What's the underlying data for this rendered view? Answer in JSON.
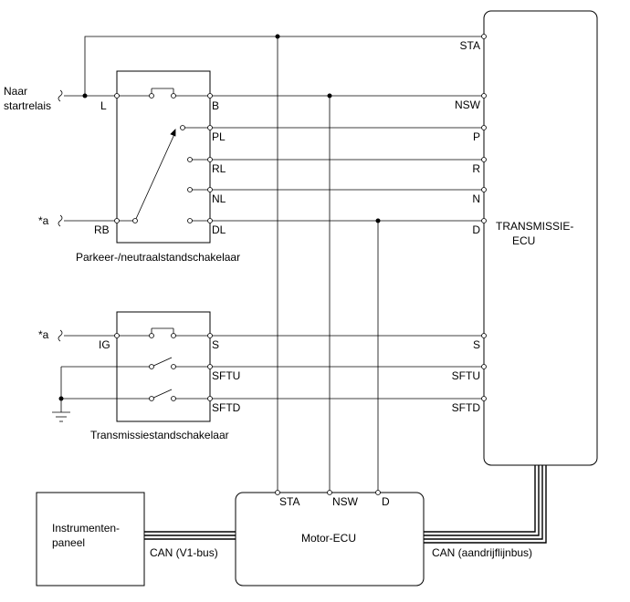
{
  "left_labels": {
    "naar_line1": "Naar",
    "naar_line2": "startrelais",
    "a1": "*a",
    "a2": "*a"
  },
  "pns": {
    "caption": "Parkeer-/neutraalstandschakelaar",
    "L": "L",
    "RB": "RB",
    "B": "B",
    "PL": "PL",
    "RL": "RL",
    "NL": "NL",
    "DL": "DL"
  },
  "tss": {
    "caption": "Transmissiestandschakelaar",
    "IG": "IG",
    "S": "S",
    "SFTU": "SFTU",
    "SFTD": "SFTD"
  },
  "tcu": {
    "title_line1": "TRANSMISSIE-",
    "title_line2": "ECU",
    "pins": [
      "STA",
      "NSW",
      "P",
      "R",
      "N",
      "D",
      "S",
      "SFTU",
      "SFTD"
    ]
  },
  "ecm": {
    "title": "Motor-ECU",
    "pins": [
      "STA",
      "NSW",
      "D"
    ]
  },
  "ip": {
    "line1": "Instrumenten-",
    "line2": "paneel"
  },
  "bus": {
    "v1": "CAN (V1-bus)",
    "pt": "CAN (aandrijflijnbus)"
  }
}
